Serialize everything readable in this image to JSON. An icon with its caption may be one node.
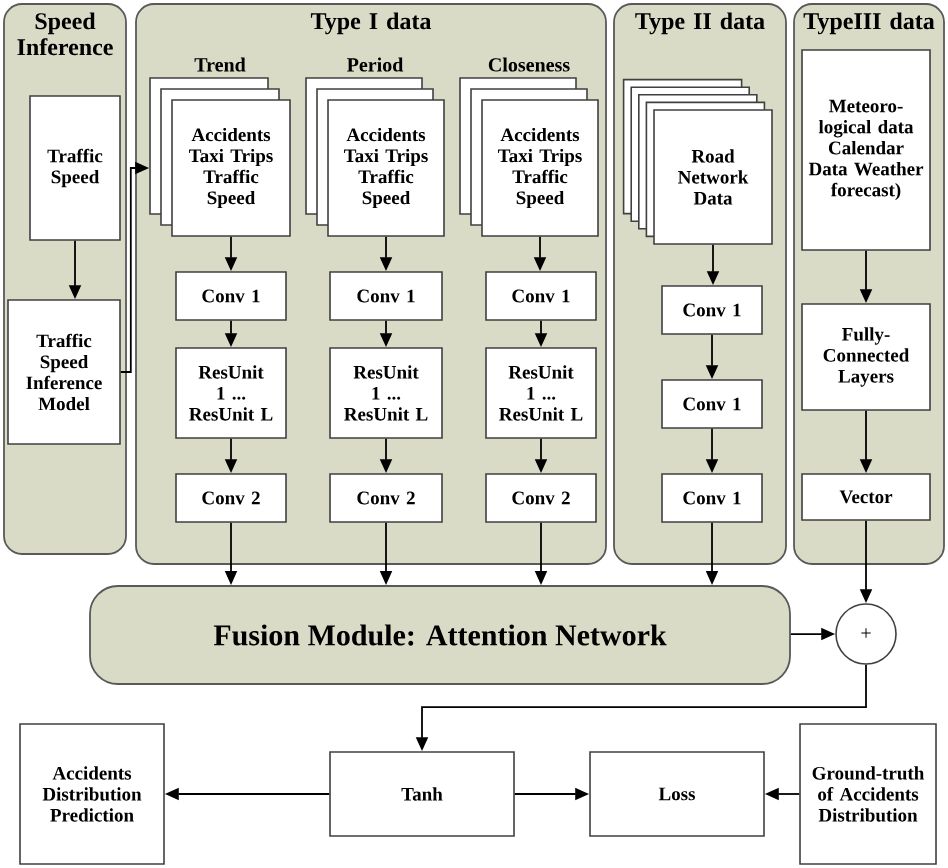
{
  "diagram": {
    "nodes": [
      {
        "text": [
          "Speed Inference"
        ]
      },
      {
        "text": [
          "Traffic Speed"
        ],
        "in": 0
      },
      {
        "text": [
          "Traffic Speed Inference Model"
        ],
        "in": 0
      },
      {
        "text": [
          "Type I data"
        ]
      },
      {
        "text": [
          "Accidents Taxi Trips Traffic Speed"
        ],
        "beside": [
          "Trend"
        ],
        "in": 3
      },
      {
        "text": [
          "Conv 1"
        ],
        "in": 3
      },
      {
        "text": [
          "ResUnit 1 ... ResUnit L"
        ],
        "in": 3
      },
      {
        "text": [
          "Conv 2"
        ],
        "in": 3
      },
      {
        "text": [
          "Accidents Taxi Trips Traffic Speed"
        ],
        "beside": [
          "Period"
        ],
        "in": 3
      },
      {
        "text": [
          "Conv 1"
        ],
        "in": 3
      },
      {
        "text": [
          "ResUnit 1 ... ResUnit L"
        ],
        "in": 3
      },
      {
        "text": [
          "Conv 2"
        ],
        "in": 3
      },
      {
        "text": [
          "Accidents Taxi Trips Traffic Speed"
        ],
        "beside": [
          "Closeness"
        ],
        "in": 3
      },
      {
        "text": [
          "Conv 1"
        ],
        "in": 3
      },
      {
        "text": [
          "ResUnit 1 ... ResUnit L"
        ],
        "in": 3
      },
      {
        "text": [
          "Conv 2"
        ],
        "in": 3
      },
      {
        "text": [
          "Type II data"
        ]
      },
      {
        "text": [
          "Road Network Data"
        ],
        "in": 16
      },
      {
        "text": [
          "Conv 1"
        ],
        "in": 16
      },
      {
        "text": [
          "Conv 1"
        ],
        "in": 16
      },
      {
        "text": [
          "Conv 1"
        ],
        "in": 16
      },
      {
        "text": [
          "TypeIII data"
        ]
      },
      {
        "text": [
          "Meteoro-logical data Calendar Data Weather forecast)"
        ],
        "in": 21
      },
      {
        "text": [
          "Fully-Connected Layers"
        ],
        "in": 21
      },
      {
        "text": [
          "Vector"
        ],
        "in": 21
      },
      {
        "text": [
          "Fusion Module: Attention Network"
        ]
      },
      {
        "text": [
          "+"
        ]
      },
      {
        "text": [
          "Accidents Distribution Prediction"
        ]
      },
      {
        "text": [
          "Tanh"
        ]
      },
      {
        "text": [
          "Loss"
        ]
      },
      {
        "text": [
          "Ground-truth of Accidents Distribution"
        ]
      }
    ],
    "edges": [
      {
        "from": 1,
        "to": 2,
        "arrow": "to"
      },
      {
        "from": 2,
        "to": 4,
        "arrow": "to"
      },
      {
        "from": 4,
        "to": 5,
        "arrow": "to"
      },
      {
        "from": 5,
        "to": 6,
        "arrow": "to"
      },
      {
        "from": 6,
        "to": 7,
        "arrow": "to"
      },
      {
        "from": 7,
        "to": 25,
        "arrow": "to"
      },
      {
        "from": 8,
        "to": 9,
        "arrow": "to"
      },
      {
        "from": 9,
        "to": 10,
        "arrow": "to"
      },
      {
        "from": 10,
        "to": 11,
        "arrow": "to"
      },
      {
        "from": 11,
        "to": 25,
        "arrow": "to"
      },
      {
        "from": 12,
        "to": 13,
        "arrow": "to"
      },
      {
        "from": 13,
        "to": 14,
        "arrow": "to"
      },
      {
        "from": 14,
        "to": 15,
        "arrow": "to"
      },
      {
        "from": 15,
        "to": 25,
        "arrow": "to"
      },
      {
        "from": 17,
        "to": 18,
        "arrow": "to"
      },
      {
        "from": 18,
        "to": 19,
        "arrow": "to"
      },
      {
        "from": 19,
        "to": 20,
        "arrow": "to"
      },
      {
        "from": 20,
        "to": 25,
        "arrow": "to"
      },
      {
        "from": 22,
        "to": 23,
        "arrow": "to"
      },
      {
        "from": 23,
        "to": 24,
        "arrow": "to"
      },
      {
        "from": 24,
        "to": 26,
        "arrow": "to"
      },
      {
        "from": 25,
        "to": 26,
        "arrow": "to"
      },
      {
        "from": 26,
        "to": 28,
        "arrow": "to"
      },
      {
        "from": 28,
        "to": 27,
        "arrow": "to"
      },
      {
        "from": 28,
        "to": 29,
        "arrow": "to"
      },
      {
        "from": 30,
        "to": 29,
        "arrow": "to"
      }
    ]
  }
}
